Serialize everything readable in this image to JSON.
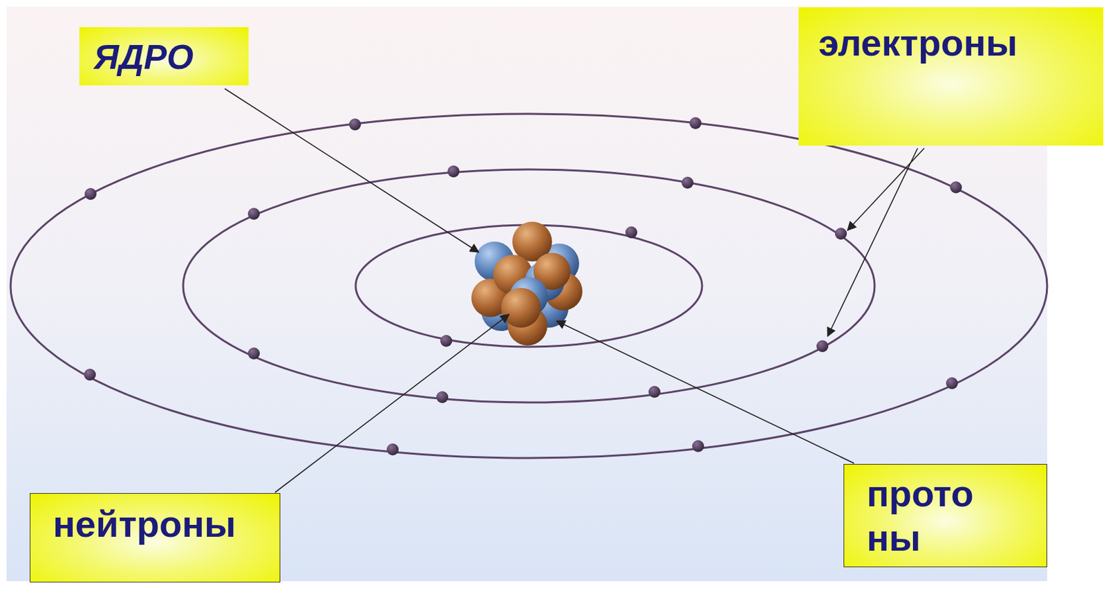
{
  "diagram": {
    "nodes": [
      {
        "text": [
          "ЯДРО"
        ]
      },
      {
        "text": [
          "электроны"
        ]
      },
      {
        "text": [
          "нейтроны"
        ]
      },
      {
        "text": [
          "прото ны"
        ]
      }
    ]
  }
}
